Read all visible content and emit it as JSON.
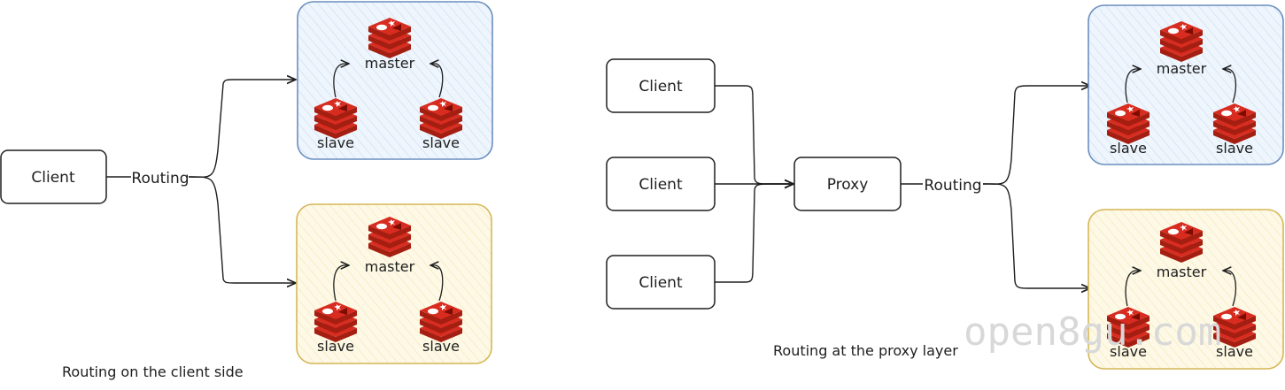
{
  "colors": {
    "stroke": "#1e1e1e",
    "cluster_blue_border": "#6c8ebf",
    "cluster_blue_fill": "#e6f1fb",
    "cluster_yellow_border": "#d6b656",
    "cluster_yellow_fill": "#fdf7de",
    "redis_red": "#c6302b",
    "watermark": "#d8d8d8"
  },
  "left": {
    "client_label": "Client",
    "routing_label": "Routing",
    "caption": "Routing on the client side",
    "clusters": [
      {
        "master": "master",
        "slaves": [
          "slave",
          "slave"
        ]
      },
      {
        "master": "master",
        "slaves": [
          "slave",
          "slave"
        ]
      }
    ]
  },
  "right": {
    "clients": [
      "Client",
      "Client",
      "Client"
    ],
    "proxy_label": "Proxy",
    "routing_label": "Routing",
    "caption": "Routing at the proxy layer",
    "clusters": [
      {
        "master": "master",
        "slaves": [
          "slave",
          "slave"
        ]
      },
      {
        "master": "master",
        "slaves": [
          "slave",
          "slave"
        ]
      }
    ]
  },
  "watermark": "open8gu.com",
  "icons": [
    "redis-icon"
  ]
}
